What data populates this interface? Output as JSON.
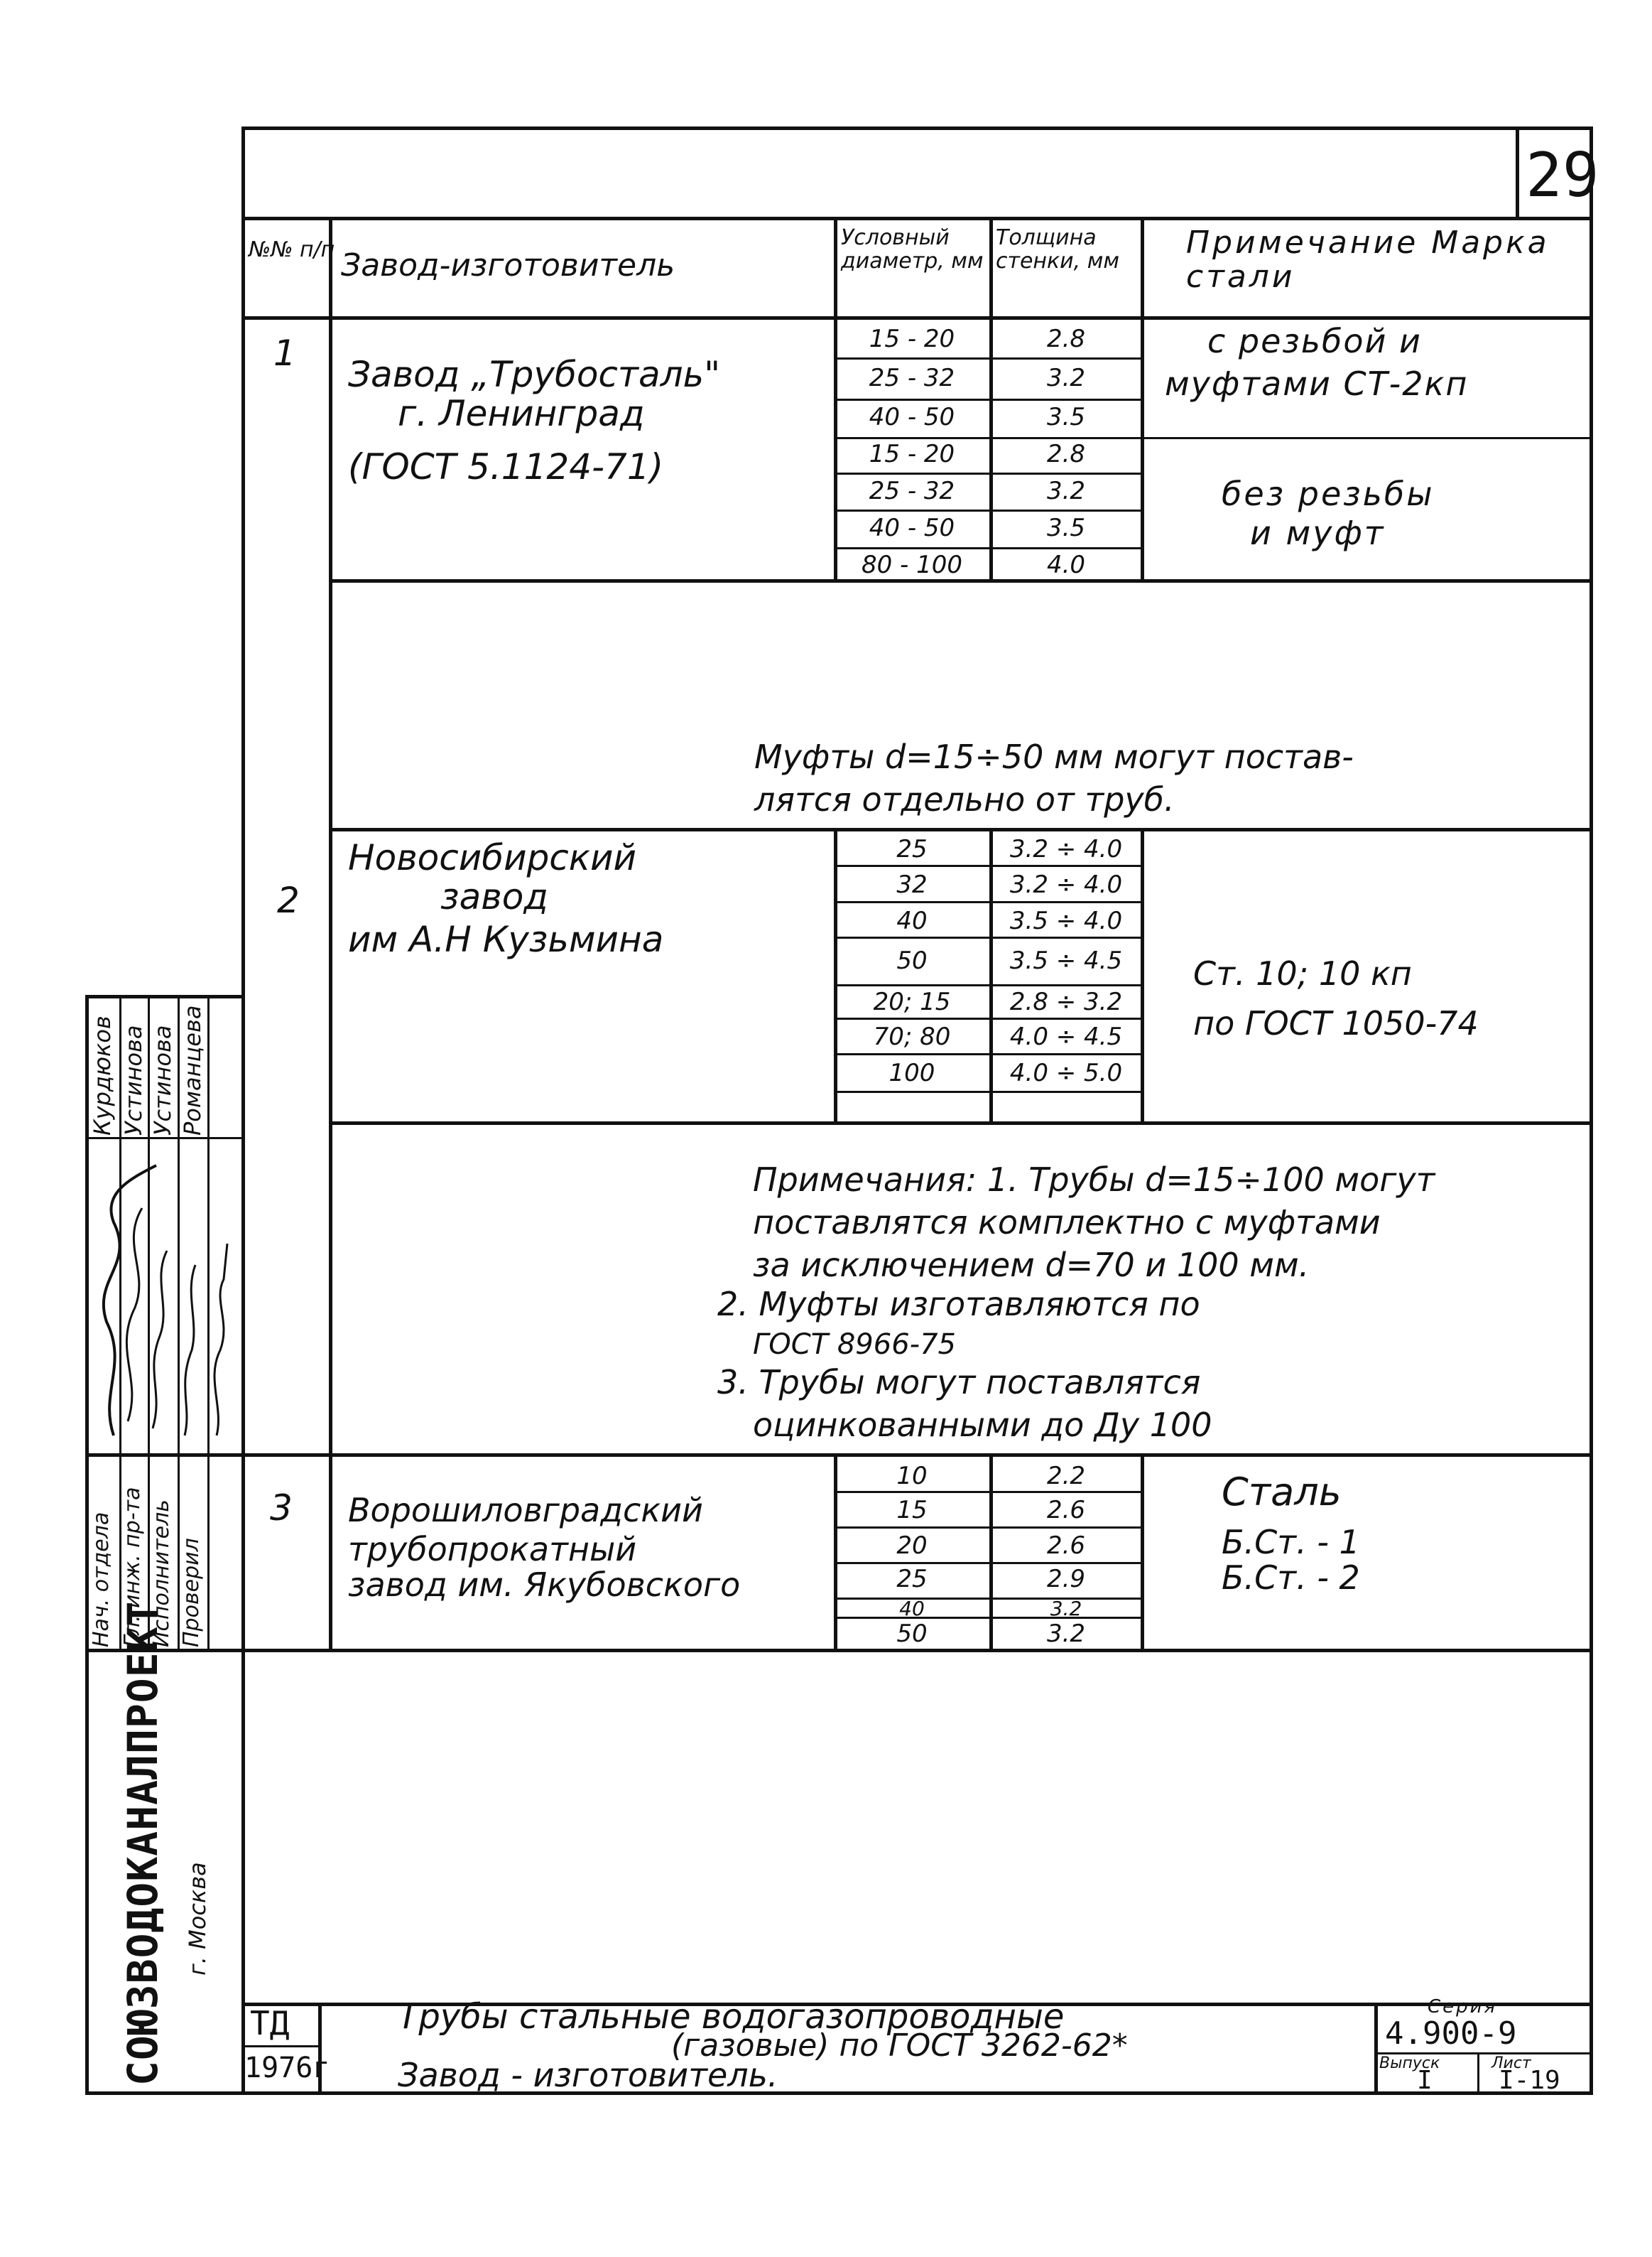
{
  "page_number": "29",
  "header": {
    "num": "№№ п/п",
    "factory": "Завод-изготовитель",
    "diameter": "Условный диаметр, мм",
    "wall": "Толщина стенки, мм",
    "note": "Примечание Марка стали"
  },
  "section1": {
    "num": "1",
    "factory_lines": [
      "Завод „Трубосталь\"",
      "г. Ленинград",
      "(ГОСТ 5.1124-71)"
    ],
    "rows": [
      {
        "d": "15 - 20",
        "t": "2.8"
      },
      {
        "d": "25 - 32",
        "t": "3.2"
      },
      {
        "d": "40 - 50",
        "t": "3.5"
      },
      {
        "d": "15 - 20",
        "t": "2.8"
      },
      {
        "d": "25 - 32",
        "t": "3.2"
      },
      {
        "d": "40 - 50",
        "t": "3.5"
      },
      {
        "d": "80 - 100",
        "t": "4.0"
      }
    ],
    "note_a": [
      "с резьбой и",
      "муфтами СТ-2кп"
    ],
    "note_b": [
      "без резьбы",
      "и муфт"
    ],
    "remark": [
      "Муфты d=15÷50 мм могут постав-",
      "лятся отдельно от труб."
    ]
  },
  "section2": {
    "num": "2",
    "factory_lines": [
      "Новосибирский",
      "завод",
      "им А.Н Кузьмина"
    ],
    "rows": [
      {
        "d": "25",
        "t": "3.2 ÷ 4.0"
      },
      {
        "d": "32",
        "t": "3.2 ÷ 4.0"
      },
      {
        "d": "40",
        "t": "3.5 ÷ 4.0"
      },
      {
        "d": "50",
        "t": "3.5 ÷ 4.5"
      },
      {
        "d": "20; 15",
        "t": "2.8 ÷ 3.2"
      },
      {
        "d": "70; 80",
        "t": "4.0 ÷ 4.5"
      },
      {
        "d": "100",
        "t": "4.0 ÷ 5.0"
      }
    ],
    "note": [
      "Ст. 10;  10 кп",
      "по ГОСТ 1050-74"
    ],
    "remarks": [
      "Примечания: 1. Трубы d=15÷100 могут",
      "поставлятся комплектно с муфтами",
      "за исключением d=70 и 100 мм.",
      "2. Муфты изготавляются    по",
      "ГОСТ 8966-75",
      "3. Трубы  могут  поставлятся",
      "оцинкованными   до  Ду 100"
    ]
  },
  "section3": {
    "num": "3",
    "factory_lines": [
      "Ворошиловградский",
      "трубопрокатный",
      "завод им. Якубовского"
    ],
    "rows": [
      {
        "d": "10",
        "t": "2.2"
      },
      {
        "d": "15",
        "t": "2.6"
      },
      {
        "d": "20",
        "t": "2.6"
      },
      {
        "d": "25",
        "t": "2.9"
      },
      {
        "d": "40",
        "t": "3.2"
      },
      {
        "d": "50",
        "t": "3.2"
      }
    ],
    "note": [
      "Сталь",
      "Б.Ст. - 1",
      "Б.Ст. - 2"
    ]
  },
  "side": {
    "org": "СОЮЗВОДОКАНАЛПРОЕКТ",
    "city": "г. Москва",
    "roles": [
      "Нач. отдела",
      "Гл. инж. пр-та",
      "Исполнитель",
      "Проверил"
    ],
    "names": [
      "Курдюков",
      "Устинова",
      "Устинова",
      "Романцева"
    ]
  },
  "title_block": {
    "code": "ТД",
    "year": "1976г",
    "title_line1": "Трубы    стальные    водогазопроводные",
    "title_line2": "(газовые)  по ГОСТ  3262-62*",
    "title_line3": "Завод - изготовитель.",
    "series_label": "Серия",
    "series": "4.900-9",
    "issue_label": "Выпуск",
    "sheet_label": "Лист",
    "issue": "I",
    "sheet": "I-19"
  }
}
